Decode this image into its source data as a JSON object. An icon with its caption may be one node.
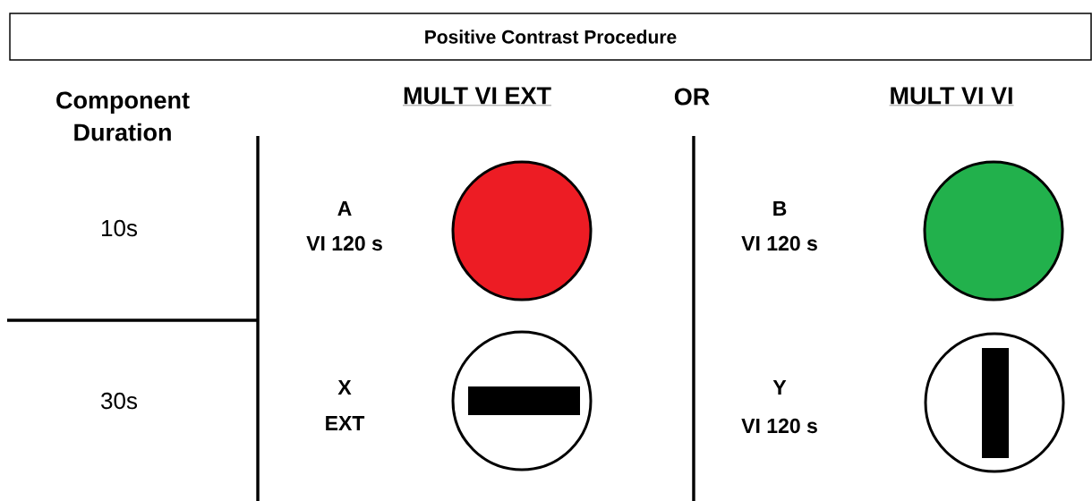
{
  "diagram": {
    "nodes": [
      {
        "text": [
          "Positive Contrast Procedure"
        ]
      },
      {
        "text": [],
        "shape": "circle",
        "beside": [
          "A",
          "VI 120 s"
        ]
      },
      {
        "text": [],
        "shape": "circle",
        "beside": [
          "B",
          "VI 120 s"
        ]
      },
      {
        "text": [],
        "shape": "circle",
        "beside": [
          "X",
          "EXT"
        ]
      },
      {
        "text": [],
        "shape": "circle",
        "beside": [
          "Y",
          "VI 120 s"
        ]
      }
    ],
    "labels": [
      "Component Duration",
      "MULT VI EXT",
      "OR",
      "MULT VI VI",
      "10s",
      "30s"
    ]
  }
}
